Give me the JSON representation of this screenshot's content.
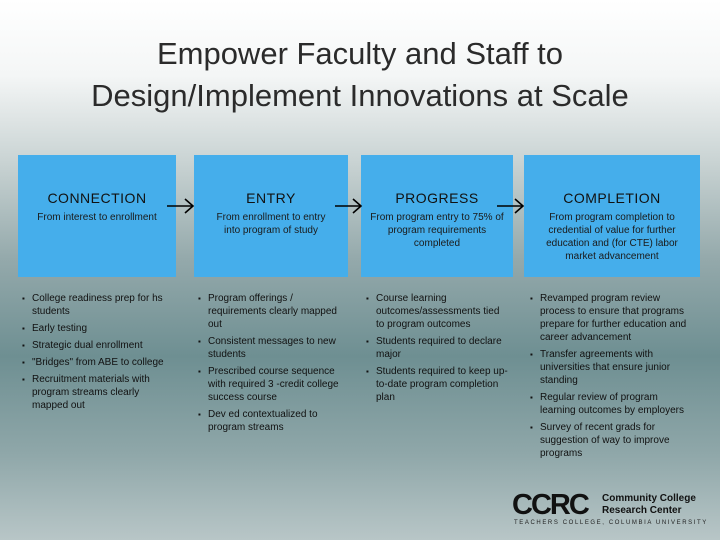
{
  "title": {
    "line1": "Empower Faculty and Staff to",
    "line2": "Design/Implement Innovations at Scale"
  },
  "stages": [
    {
      "name": "CONNECTION",
      "desc": "From interest to enrollment"
    },
    {
      "name": "ENTRY",
      "desc": "From enrollment to entry into program of study"
    },
    {
      "name": "PROGRESS",
      "desc": "From program entry to 75% of program requirements completed"
    },
    {
      "name": "COMPLETION",
      "desc": "From program completion to credential of value for further education and (for CTE) labor market advancement"
    }
  ],
  "lists": [
    [
      "College readiness prep for hs students",
      "Early testing",
      "Strategic dual enrollment",
      "\"Bridges\" from ABE to college",
      "Recruitment materials with program streams clearly mapped out"
    ],
    [
      "Program offerings / requirements clearly mapped out",
      "Consistent messages to new students",
      "Prescribed course sequence with required 3 -credit college success course",
      "Dev ed contextualized to program streams"
    ],
    [
      "Course learning outcomes/assessments tied to program outcomes",
      "Students required to declare major",
      "Students required to keep up-to-date program completion plan"
    ],
    [
      "Revamped program review process to ensure that programs prepare for further education and career advancement",
      "Transfer agreements with universities that ensure junior standing",
      "Regular review of program learning outcomes by employers",
      "Survey of recent grads for suggestion of way to improve programs"
    ]
  ],
  "logo": {
    "mark": "CCRC",
    "name_line1": "Community College",
    "name_line2": "Research Center",
    "tagline": "TEACHERS COLLEGE, COLUMBIA UNIVERSITY"
  },
  "colors": {
    "stage_box": "#45aeeb",
    "title_text": "#2b2b2b"
  }
}
